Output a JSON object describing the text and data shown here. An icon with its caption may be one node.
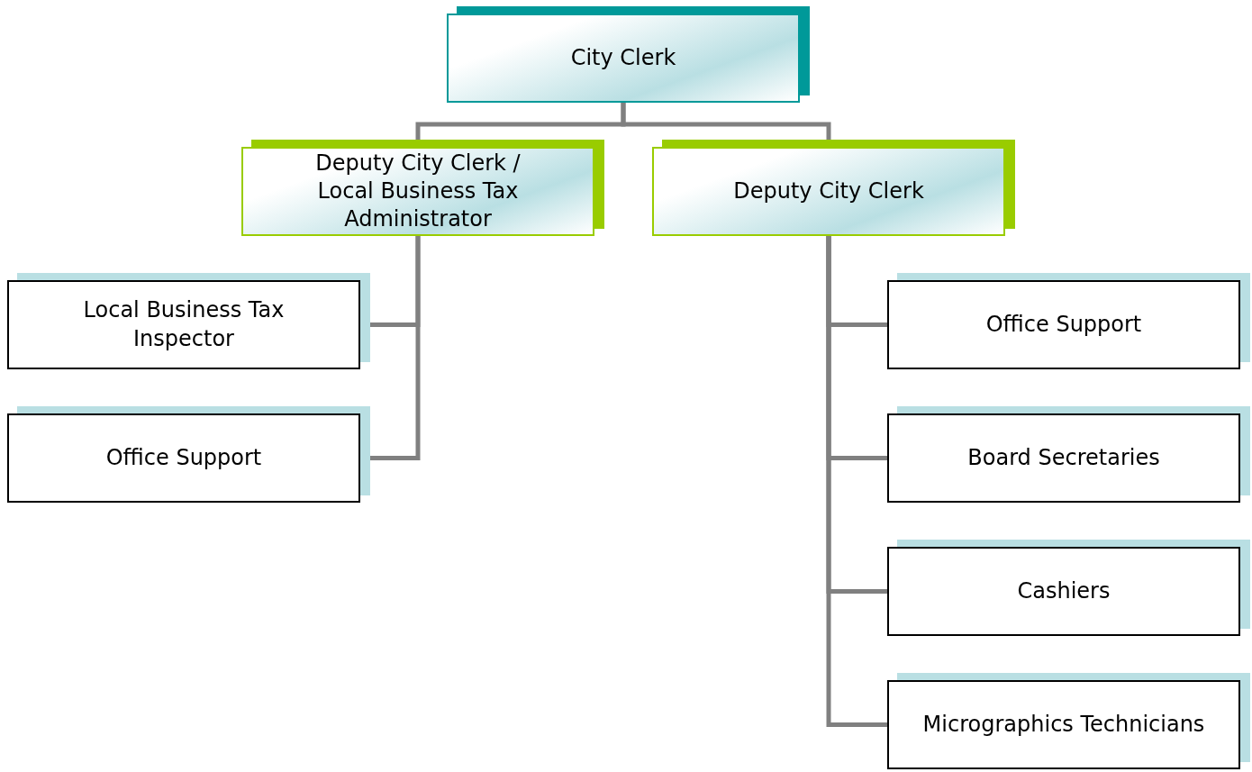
{
  "diagram": {
    "nodes": [
      {
        "text": [
          "City Clerk"
        ]
      },
      {
        "text": [
          "Deputy City Clerk / Local Business Tax Administrator"
        ]
      },
      {
        "text": [
          "Deputy City Clerk"
        ]
      },
      {
        "text": [
          "Local Business Tax Inspector"
        ]
      },
      {
        "text": [
          "Office Support"
        ]
      },
      {
        "text": [
          "Office Support"
        ]
      },
      {
        "text": [
          "Board Secretaries"
        ]
      },
      {
        "text": [
          "Cashiers"
        ]
      },
      {
        "text": [
          "Micrographics Technicians"
        ]
      }
    ],
    "edges": [
      {
        "from": 0,
        "to": 1,
        "arrow": "none"
      },
      {
        "from": 0,
        "to": 2,
        "arrow": "none"
      },
      {
        "from": 1,
        "to": 3,
        "arrow": "none"
      },
      {
        "from": 1,
        "to": 4,
        "arrow": "none"
      },
      {
        "from": 2,
        "to": 5,
        "arrow": "none"
      },
      {
        "from": 2,
        "to": 6,
        "arrow": "none"
      },
      {
        "from": 2,
        "to": 7,
        "arrow": "none"
      },
      {
        "from": 2,
        "to": 8,
        "arrow": "none"
      }
    ]
  }
}
